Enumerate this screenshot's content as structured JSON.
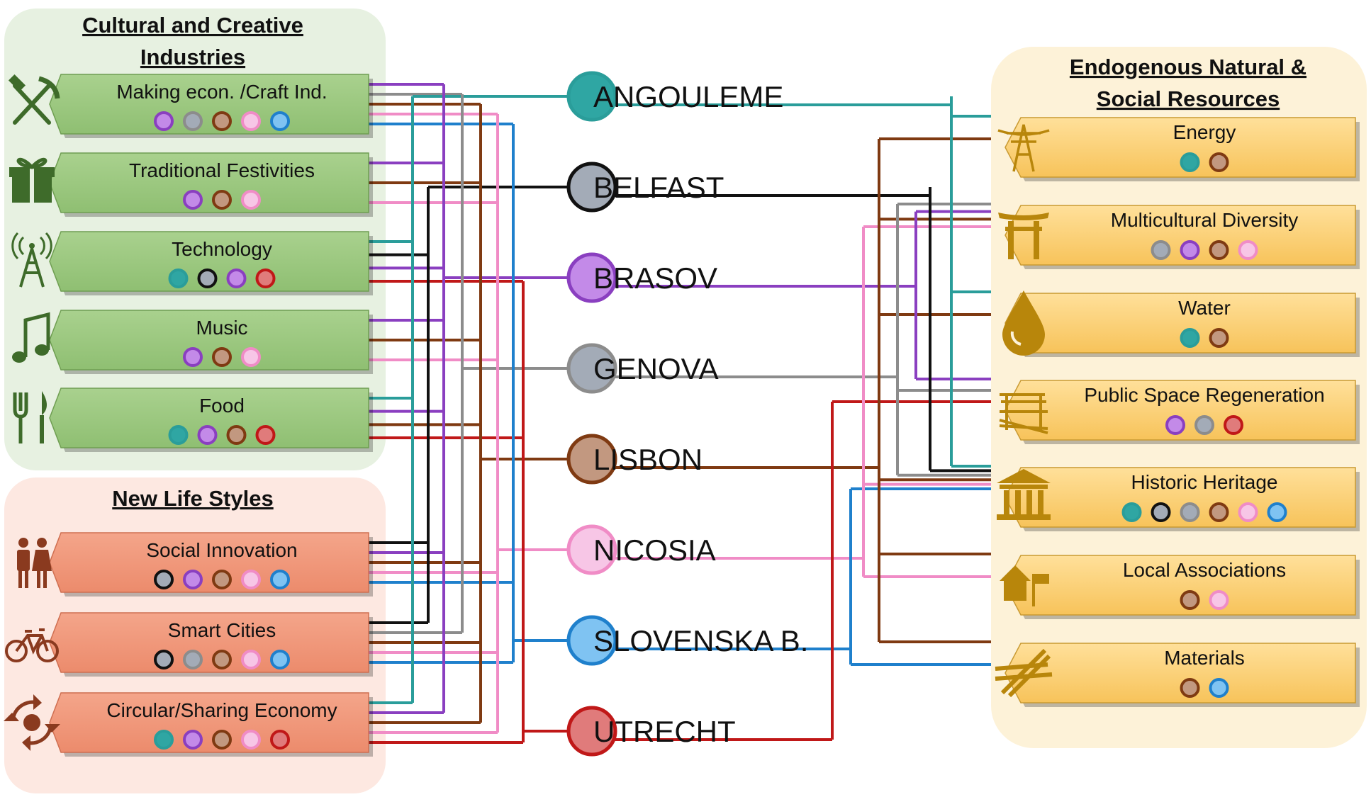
{
  "colors": {
    "ANGOULEME": "#2a9d9a",
    "BELFAST": "#111111",
    "BRASOV": "#8a3fc0",
    "GENOVA": "#8c8c8c",
    "LISBON": "#7f3a12",
    "NICOSIA": "#f08cc6",
    "SLOVENSKA B.": "#1f80cc",
    "UTRECHT": "#c01818"
  },
  "city_fills": {
    "ANGOULEME": "#2fa6a3",
    "BELFAST": "#a3abb7",
    "BRASOV": "#c38ae8",
    "GENOVA": "#a3abb7",
    "LISBON": "#c29880",
    "NICOSIA": "#f7c6e6",
    "SLOVENSKA B.": "#7fc3f2",
    "UTRECHT": "#e07b7b"
  },
  "groups": {
    "cultural": {
      "title_line1": "Cultural and Creative",
      "title_line2": "Industries"
    },
    "lifestyles": {
      "title_line1": "New Life Styles"
    },
    "endogenous": {
      "title_line1": "Endogenous Natural &",
      "title_line2": "Social Resources"
    }
  },
  "cities": [
    "ANGOULEME",
    "BELFAST",
    "BRASOV",
    "GENOVA",
    "LISBON",
    "NICOSIA",
    "SLOVENSKA B.",
    "UTRECHT"
  ],
  "cultural_items": [
    {
      "label": "Making econ. /Craft Ind.",
      "icon": "hammer-pickaxe-icon",
      "dots": [
        "BRASOV",
        "GENOVA",
        "LISBON",
        "NICOSIA",
        "SLOVENSKA B."
      ]
    },
    {
      "label": "Traditional Festivities",
      "icon": "gift-icon",
      "dots": [
        "BRASOV",
        "LISBON",
        "NICOSIA"
      ]
    },
    {
      "label": "Technology",
      "icon": "antenna-tower-icon",
      "dots": [
        "ANGOULEME",
        "BELFAST",
        "BRASOV",
        "UTRECHT"
      ]
    },
    {
      "label": "Music",
      "icon": "music-note-icon",
      "dots": [
        "BRASOV",
        "LISBON",
        "NICOSIA"
      ]
    },
    {
      "label": "Food",
      "icon": "fork-knife-icon",
      "dots": [
        "ANGOULEME",
        "BRASOV",
        "LISBON",
        "UTRECHT"
      ]
    }
  ],
  "lifestyle_items": [
    {
      "label": "Social Innovation",
      "icon": "people-icon",
      "dots": [
        "BELFAST",
        "BRASOV",
        "LISBON",
        "NICOSIA",
        "SLOVENSKA B."
      ]
    },
    {
      "label": "Smart Cities",
      "icon": "bicycle-icon",
      "dots": [
        "BELFAST",
        "GENOVA",
        "LISBON",
        "NICOSIA",
        "SLOVENSKA B."
      ]
    },
    {
      "label": "Circular/Sharing Economy",
      "icon": "recycle-arrows-icon",
      "dots": [
        "ANGOULEME",
        "BRASOV",
        "LISBON",
        "NICOSIA",
        "UTRECHT"
      ]
    }
  ],
  "resource_items": [
    {
      "label": "Energy",
      "icon": "power-pylon-icon",
      "dots": [
        "ANGOULEME",
        "LISBON"
      ]
    },
    {
      "label": "Multicultural  Diversity",
      "icon": "torii-gate-icon",
      "dots": [
        "GENOVA",
        "BRASOV",
        "LISBON",
        "NICOSIA"
      ]
    },
    {
      "label": "Water",
      "icon": "water-drop-icon",
      "dots": [
        "ANGOULEME",
        "LISBON"
      ]
    },
    {
      "label": "Public Space Regeneration",
      "icon": "bench-icon",
      "dots": [
        "BRASOV",
        "GENOVA",
        "UTRECHT"
      ]
    },
    {
      "label": "Historic Heritage",
      "icon": "classical-building-icon",
      "dots": [
        "ANGOULEME",
        "BELFAST",
        "GENOVA",
        "LISBON",
        "NICOSIA",
        "SLOVENSKA B."
      ]
    },
    {
      "label": "Local Associations",
      "icon": "house-flag-icon",
      "dots": [
        "LISBON",
        "NICOSIA"
      ]
    },
    {
      "label": "Materials",
      "icon": "materials-icon",
      "dots": [
        "LISBON",
        "SLOVENSKA B."
      ]
    }
  ]
}
